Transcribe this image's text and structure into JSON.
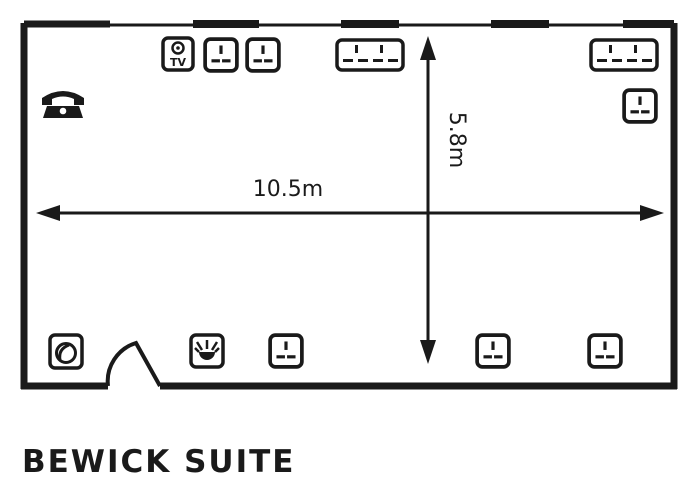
{
  "room": {
    "name": "BEWICK SUITE",
    "width_label": "10.5m",
    "depth_label": "5.8m"
  },
  "symbols": {
    "tv_label": "TV",
    "icons": [
      "tv-socket-icon",
      "double-power-socket-icon",
      "quad-power-socket-icon",
      "single-power-socket-icon",
      "telephone-icon",
      "fire-alarm-icon",
      "light-switch-icon",
      "door-swing-icon",
      "dimension-arrow-icon"
    ]
  },
  "colors": {
    "ink": "#1a1a1a",
    "background": "#ffffff"
  }
}
